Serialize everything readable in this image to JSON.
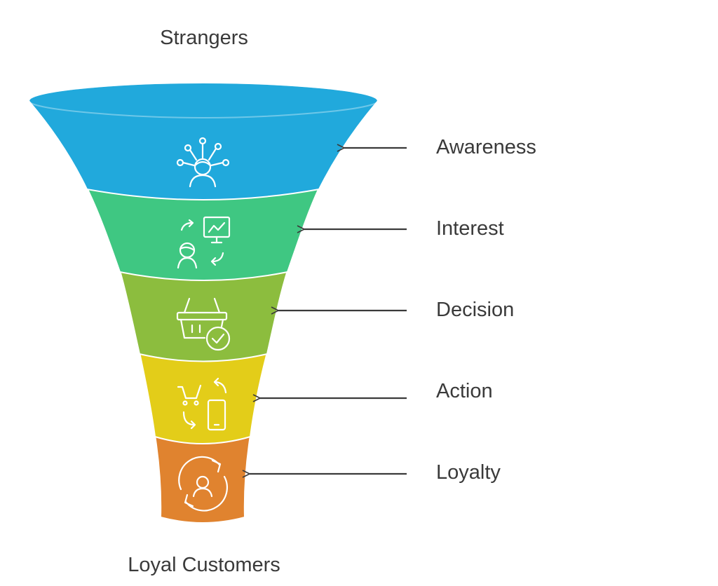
{
  "diagram": {
    "top_label": "Strangers",
    "bottom_label": "Loyal Customers",
    "stages": [
      {
        "label": "Awareness",
        "color": "#21a9dc",
        "icon": "person-network-icon"
      },
      {
        "label": "Interest",
        "color": "#3fc782",
        "icon": "person-presentation-icon"
      },
      {
        "label": "Decision",
        "color": "#8cbd3e",
        "icon": "basket-check-icon"
      },
      {
        "label": "Action",
        "color": "#e3cd19",
        "icon": "cart-phone-icon"
      },
      {
        "label": "Loyalty",
        "color": "#e0832f",
        "icon": "user-cycle-icon"
      }
    ],
    "arrow_color": "#3a3a3a",
    "icon_color": "#ffffff",
    "text_color": "#3a3a3a"
  }
}
